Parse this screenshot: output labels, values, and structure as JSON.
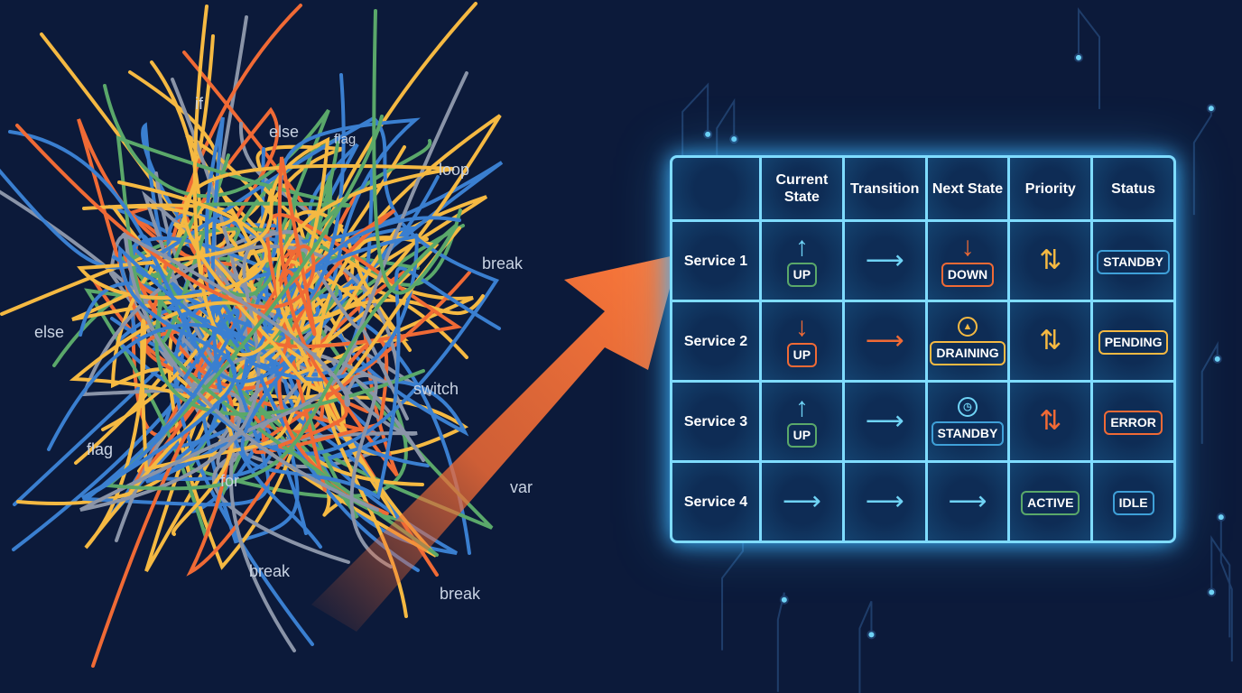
{
  "colors": {
    "background": "#0c1a3a",
    "grid": "#7fdcff",
    "cyan": "#6fd3f5",
    "orange": "#f06a35",
    "amber": "#f5b942",
    "green": "#5aa86a",
    "blue": "#3fa0d8"
  },
  "tangle_words": [
    "if",
    "else",
    "flag",
    "loop",
    "break",
    "else",
    "switch",
    "flag",
    "for",
    "var",
    "break",
    "break"
  ],
  "table": {
    "headers": [
      "",
      "Current State",
      "Transition",
      "Next State",
      "Priority",
      "Status"
    ],
    "rows": [
      {
        "label": "Service 1",
        "cells": [
          {
            "arrow": "↑",
            "arrow_color": "#6fd3f5",
            "badge": "UP",
            "badge_color": "#5aa86a"
          },
          {
            "arrow": "⟶",
            "arrow_color": "#6fd3f5"
          },
          {
            "arrow": "↓",
            "arrow_color": "#f06a35",
            "badge": "DOWN",
            "badge_color": "#f06a35"
          },
          {
            "arrow": "⇅",
            "arrow_color": "#f5b942"
          },
          {
            "badge": "STANDBY",
            "badge_color": "#3fa0d8"
          }
        ]
      },
      {
        "label": "Service 2",
        "cells": [
          {
            "arrow": "↓",
            "arrow_color": "#f06a35",
            "badge": "UP",
            "badge_color": "#f06a35"
          },
          {
            "arrow": "⟶",
            "arrow_color": "#f06a35"
          },
          {
            "icon": "warning-icon",
            "icon_glyph": "▲",
            "icon_color": "#f5b942",
            "badge": "DRAINING",
            "badge_color": "#f5b942"
          },
          {
            "arrow": "⇅",
            "arrow_color": "#f5b942"
          },
          {
            "badge": "PENDING",
            "badge_color": "#f5b942"
          }
        ]
      },
      {
        "label": "Service 3",
        "cells": [
          {
            "arrow": "↑",
            "arrow_color": "#6fd3f5",
            "badge": "UP",
            "badge_color": "#5aa86a"
          },
          {
            "arrow": "⟶",
            "arrow_color": "#6fd3f5"
          },
          {
            "icon": "clock-icon",
            "icon_glyph": "◷",
            "icon_color": "#6fd3f5",
            "badge": "STANDBY",
            "badge_color": "#3fa0d8"
          },
          {
            "arrow": "⇅",
            "arrow_color": "#f06a35"
          },
          {
            "badge": "ERROR",
            "badge_color": "#f06a35"
          }
        ]
      },
      {
        "label": "Service 4",
        "cells": [
          {
            "arrow": "⟶",
            "arrow_color": "#6fd3f5"
          },
          {
            "arrow": "⟶",
            "arrow_color": "#6fd3f5"
          },
          {
            "arrow": "⟶",
            "arrow_color": "#6fd3f5"
          },
          {
            "badge": "ACTIVE",
            "badge_color": "#5aa86a"
          },
          {
            "badge": "IDLE",
            "badge_color": "#3fa0d8"
          }
        ]
      }
    ]
  }
}
